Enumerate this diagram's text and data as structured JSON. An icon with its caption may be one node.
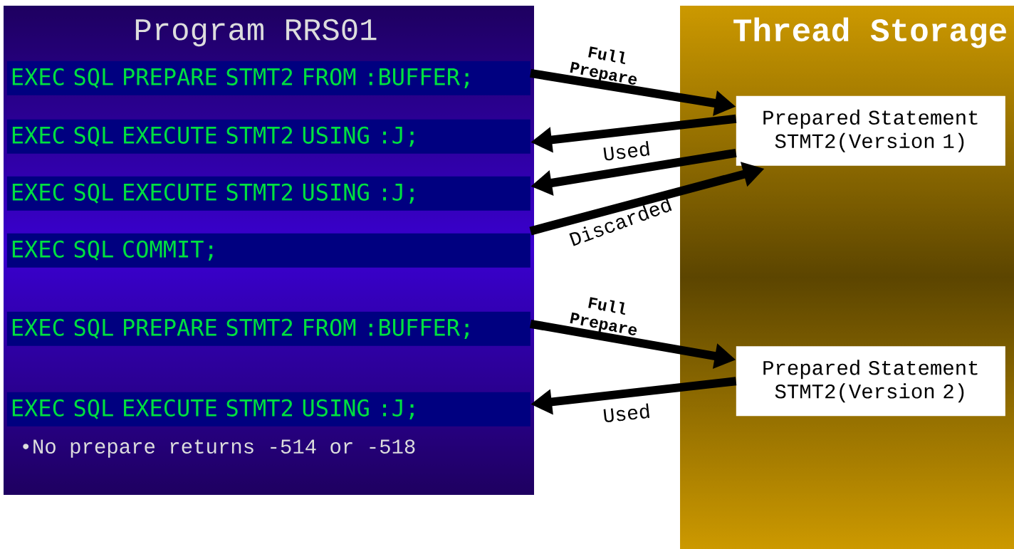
{
  "diagram": {
    "nodes": [
      {
        "text": [
          "Program RRS01",
          "•No prepare returns -514 or -518"
        ]
      },
      {
        "text": [
          "EXEC SQL PREPARE STMT2 FROM :BUFFER;"
        ],
        "in": 0
      },
      {
        "text": [
          "EXEC SQL EXECUTE STMT2 USING :J;"
        ],
        "in": 0
      },
      {
        "text": [
          "EXEC SQL EXECUTE STMT2 USING :J;"
        ],
        "in": 0
      },
      {
        "text": [
          "EXEC SQL COMMIT;"
        ],
        "in": 0
      },
      {
        "text": [
          "EXEC SQL PREPARE STMT2 FROM :BUFFER;"
        ],
        "in": 0
      },
      {
        "text": [
          "EXEC SQL EXECUTE STMT2 USING :J;"
        ],
        "in": 0
      },
      {
        "text": [
          "Thread Storage"
        ]
      },
      {
        "text": [
          "Prepared Statement STMT2(Version 1)"
        ],
        "in": 7
      },
      {
        "text": [
          "Prepared Statement STMT2(Version 2)"
        ],
        "in": 7
      }
    ],
    "edges": [
      {
        "from": 1,
        "to": 8,
        "arrow": "to",
        "label": "Full Prepare"
      },
      {
        "from": 8,
        "to": 2,
        "arrow": "to",
        "label": "Used"
      },
      {
        "from": 8,
        "to": 3,
        "arrow": "to"
      },
      {
        "from": 4,
        "to": 8,
        "arrow": "to",
        "label": "Discarded"
      },
      {
        "from": 5,
        "to": 9,
        "arrow": "to",
        "label": "Full Prepare"
      },
      {
        "from": 9,
        "to": 6,
        "arrow": "to",
        "label": "Used"
      }
    ]
  }
}
